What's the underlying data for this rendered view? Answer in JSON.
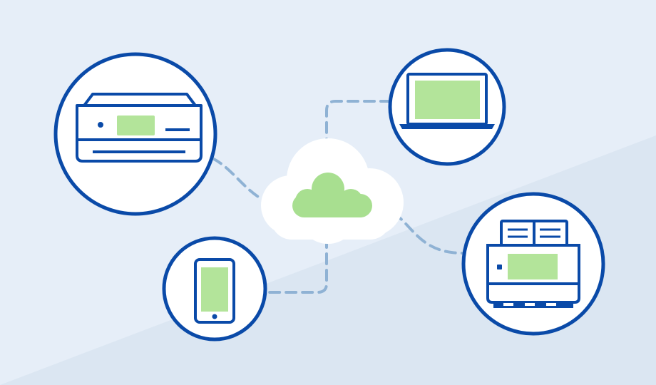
{
  "diagram": {
    "hub": {
      "icon": "cloud-icon"
    },
    "devices": [
      {
        "name": "printer",
        "icon": "printer-icon"
      },
      {
        "name": "laptop",
        "icon": "laptop-icon"
      },
      {
        "name": "smartphone",
        "icon": "smartphone-icon"
      },
      {
        "name": "scanner",
        "icon": "scanner-icon"
      }
    ],
    "connections": [
      {
        "from": "printer",
        "to": "cloud",
        "style": "dashed"
      },
      {
        "from": "laptop",
        "to": "cloud",
        "style": "dashed"
      },
      {
        "from": "smartphone",
        "to": "cloud",
        "style": "dashed"
      },
      {
        "from": "scanner",
        "to": "cloud",
        "style": "dashed"
      }
    ]
  },
  "colors": {
    "background_light": "#e6eef8",
    "background_dark": "#dbe6f2",
    "outline_blue": "#0a4aa8",
    "screen_green": "#b3e49a",
    "cloud_green": "#a8df90",
    "dash_blue": "#8fb2d4",
    "white": "#ffffff"
  }
}
